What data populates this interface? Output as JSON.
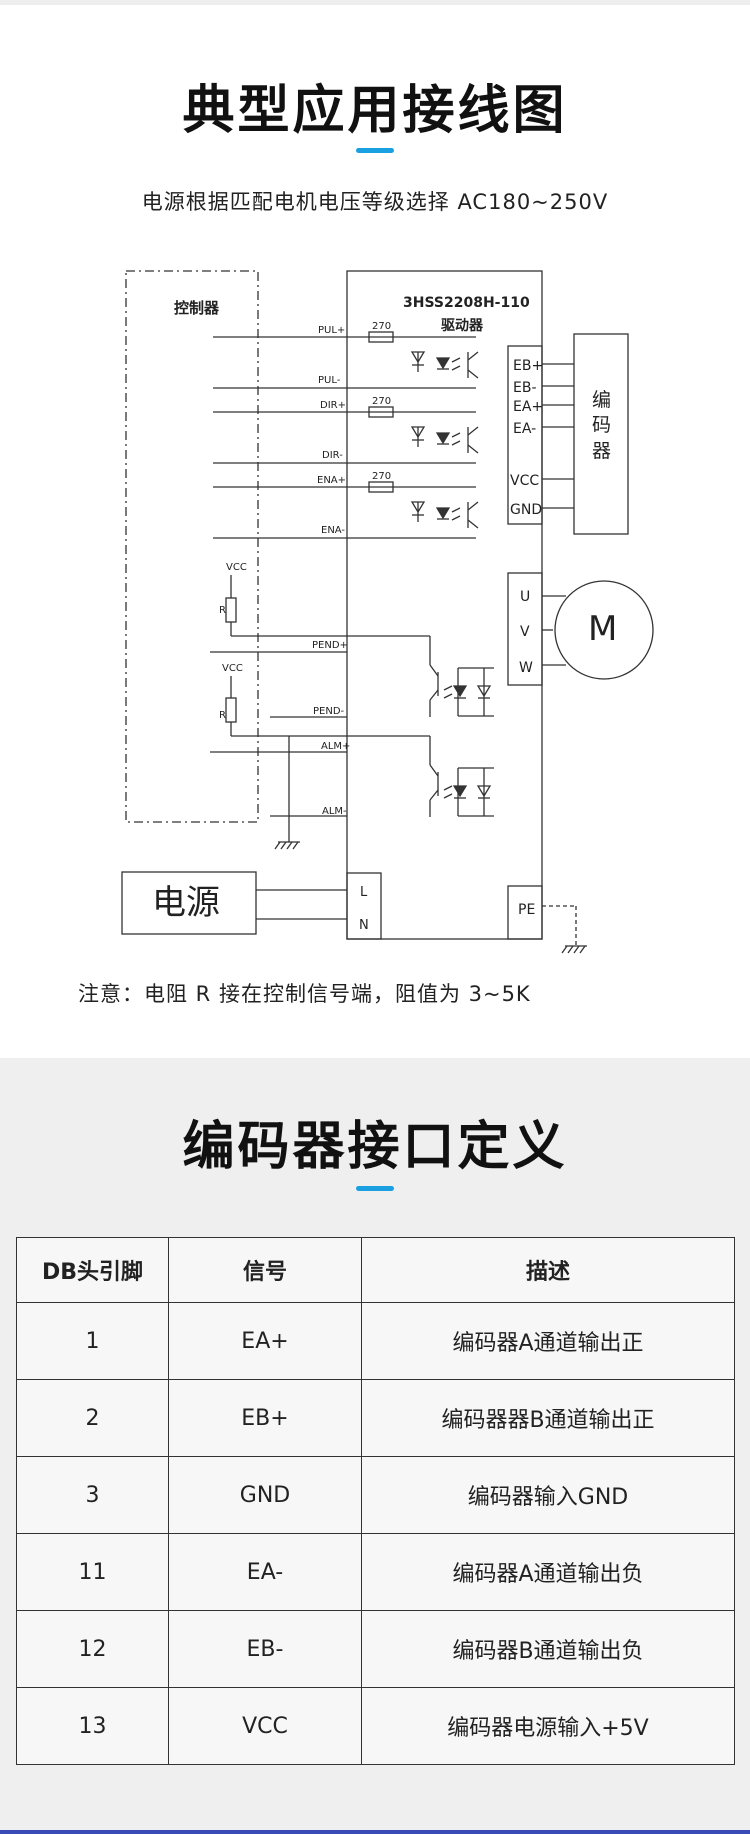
{
  "section1": {
    "title": "典型应用接线图",
    "subtitle": "电源根据匹配电机电压等级选择 AC180~250V",
    "note": "注意：电阻 R 接在控制信号端，阻值为 3~5K"
  },
  "diagram": {
    "controller_label": "控制器",
    "driver_model": "3HSS2208H-110",
    "driver_label": "驱动器",
    "resistor_value": "270",
    "input_signals": [
      "PUL+",
      "PUL-",
      "DIR+",
      "DIR-",
      "ENA+",
      "ENA-"
    ],
    "output_signals": [
      "PEND+",
      "PEND-",
      "ALM+",
      "ALM-"
    ],
    "vcc_label": "VCC",
    "r_label": "R",
    "encoder_pins": [
      "EB+",
      "EB-",
      "EA+",
      "EA-",
      "VCC",
      "GND"
    ],
    "encoder_label": "编码器",
    "encoder_chars": [
      "编",
      "码",
      "器"
    ],
    "motor_pins": [
      "U",
      "V",
      "W"
    ],
    "motor_label": "M",
    "power_label": "电源",
    "power_pins": [
      "L",
      "N"
    ],
    "pe_label": "PE"
  },
  "section2": {
    "title": "编码器接口定义",
    "headers": [
      "DB头引脚",
      "信号",
      "描述"
    ],
    "rows": [
      [
        "1",
        "EA+",
        "编码器A通道输出正"
      ],
      [
        "2",
        "EB+",
        "编码器器B通道输出正"
      ],
      [
        "3",
        "GND",
        "编码器输入GND"
      ],
      [
        "11",
        "EA-",
        "编码器A通道输出负"
      ],
      [
        "12",
        "EB-",
        "编码器B通道输出负"
      ],
      [
        "13",
        "VCC",
        "编码器电源输入+5V"
      ]
    ]
  },
  "colors": {
    "accent": "#1aa0e0",
    "section2_bg": "#efefef",
    "line": "#333333"
  }
}
